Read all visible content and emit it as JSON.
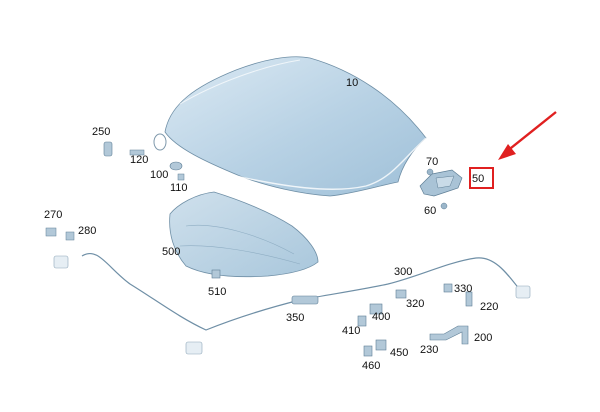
{
  "diagram": {
    "highlight_color": "#e02020",
    "part_fill": "#b9d3e6",
    "labels": {
      "hood": "10",
      "p50": "50",
      "p60": "60",
      "p70": "70",
      "p100": "100",
      "p110": "110",
      "p120": "120",
      "p200": "200",
      "p220": "220",
      "p230": "230",
      "p250": "250",
      "p270": "270",
      "p280": "280",
      "p300": "300",
      "p320": "320",
      "p330": "330",
      "p350": "350",
      "p400": "400",
      "p410": "410",
      "p450": "450",
      "p460": "460",
      "p500": "500",
      "p510": "510"
    },
    "highlighted_part": "50",
    "arrow_icon": "red-arrow-icon"
  }
}
